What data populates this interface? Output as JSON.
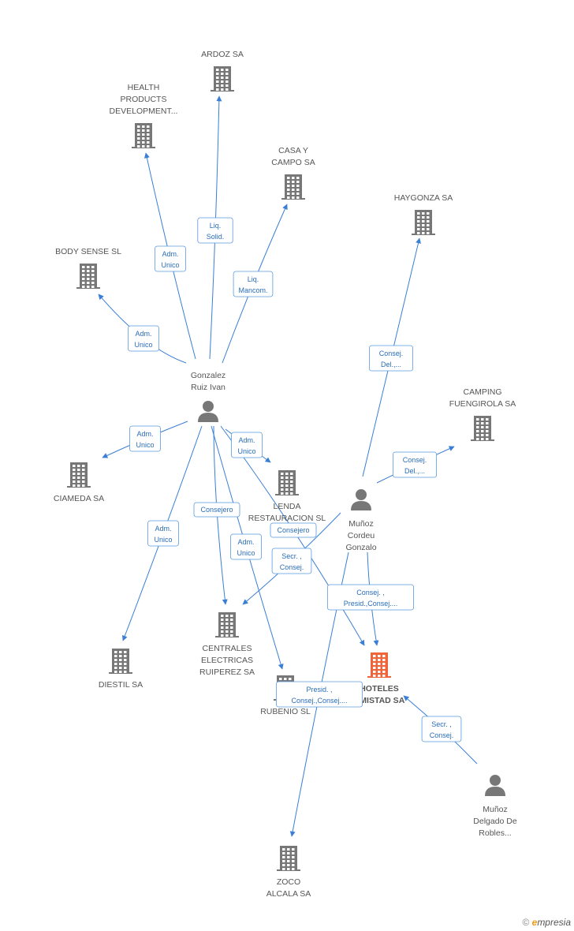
{
  "colors": {
    "edge": "#3a7fd5",
    "building": "#777777",
    "building_focus": "#f0643a",
    "person": "#777777",
    "label_border": "#5a9ae0",
    "label_text": "#2a6db8"
  },
  "nodes": [
    {
      "id": "ardoz",
      "type": "company",
      "lines": [
        "ARDOZ SA"
      ]
    },
    {
      "id": "health",
      "type": "company",
      "lines": [
        "HEALTH",
        "PRODUCTS",
        "DEVELOPMENT..."
      ]
    },
    {
      "id": "casa",
      "type": "company",
      "lines": [
        "CASA Y",
        "CAMPO SA"
      ]
    },
    {
      "id": "haygonza",
      "type": "company",
      "lines": [
        "HAYGONZA SA"
      ]
    },
    {
      "id": "body",
      "type": "company",
      "lines": [
        "BODY SENSE SL"
      ]
    },
    {
      "id": "gonzalez",
      "type": "person",
      "lines": [
        "Gonzalez",
        "Ruiz Ivan"
      ]
    },
    {
      "id": "camping",
      "type": "company",
      "lines": [
        "CAMPING",
        "FUENGIROLA SA"
      ]
    },
    {
      "id": "ciameda",
      "type": "company",
      "lines": [
        "CIAMEDA SA"
      ]
    },
    {
      "id": "lenda",
      "type": "company",
      "lines": [
        "LENDA",
        "RESTAURACION SL"
      ]
    },
    {
      "id": "munoz_cordeu",
      "type": "person",
      "lines": [
        "Muñoz",
        "Cordeu",
        "Gonzalo"
      ]
    },
    {
      "id": "centrales",
      "type": "company",
      "lines": [
        "CENTRALES",
        "ELECTRICAS",
        "RUIPEREZ SA"
      ]
    },
    {
      "id": "diestil",
      "type": "company",
      "lines": [
        "DIESTIL SA"
      ]
    },
    {
      "id": "hoteles",
      "type": "company",
      "focus": true,
      "lines": [
        "HOTELES",
        "AMISTAD SA"
      ]
    },
    {
      "id": "rubenio",
      "type": "company",
      "lines": [
        "RUBENIO SL"
      ]
    },
    {
      "id": "munoz_delgado",
      "type": "person",
      "lines": [
        "Muñoz",
        "Delgado De",
        "Robles..."
      ]
    },
    {
      "id": "zoco",
      "type": "company",
      "lines": [
        "ZOCO",
        "ALCALA SA"
      ]
    }
  ],
  "edges": [
    {
      "from": "gonzalez",
      "to": "ardoz",
      "label": [
        "Liq.",
        "Solid."
      ]
    },
    {
      "from": "gonzalez",
      "to": "health",
      "label": [
        "Adm.",
        "Unico"
      ]
    },
    {
      "from": "gonzalez",
      "to": "casa",
      "label": [
        "Liq.",
        "Mancom."
      ]
    },
    {
      "from": "gonzalez",
      "to": "body",
      "label": [
        "Adm.",
        "Unico"
      ]
    },
    {
      "from": "gonzalez",
      "to": "ciameda",
      "label": [
        "Adm.",
        "Unico"
      ]
    },
    {
      "from": "gonzalez",
      "to": "lenda",
      "label": [
        "Adm.",
        "Unico"
      ]
    },
    {
      "from": "gonzalez",
      "to": "diestil",
      "label": [
        "Adm.",
        "Unico"
      ]
    },
    {
      "from": "gonzalez",
      "to": "centrales",
      "label": [
        "Consejero"
      ]
    },
    {
      "from": "gonzalez",
      "to": "rubenio",
      "label": [
        "Adm.",
        "Unico"
      ]
    },
    {
      "from": "gonzalez",
      "to": "hoteles",
      "label": [
        "Consejero"
      ]
    },
    {
      "from": "munoz_cordeu",
      "to": "haygonza",
      "label": [
        "Consej.",
        "Del.,..."
      ]
    },
    {
      "from": "munoz_cordeu",
      "to": "camping",
      "label": [
        "Consej.",
        "Del.,..."
      ]
    },
    {
      "from": "munoz_cordeu",
      "to": "centrales",
      "label": [
        "Secr. ,",
        "Consej."
      ]
    },
    {
      "from": "munoz_cordeu",
      "to": "hoteles",
      "label": [
        "Consej. ,",
        "Presid.,Consej...."
      ]
    },
    {
      "from": "munoz_cordeu",
      "to": "zoco",
      "label": [
        "Presid. ,",
        "Consej.,Consej...."
      ]
    },
    {
      "from": "munoz_delgado",
      "to": "hoteles",
      "label": [
        "Secr. ,",
        "Consej."
      ]
    }
  ],
  "footer": {
    "copyright": "©",
    "brand_e": "e",
    "brand_rest": "mpresia"
  }
}
